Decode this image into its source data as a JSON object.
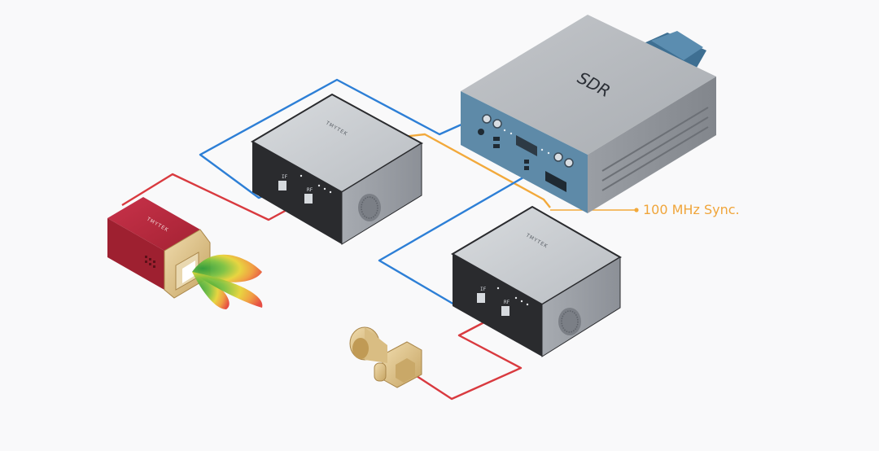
{
  "diagram": {
    "sdr_label": "SDR",
    "sync_label": "100 MHz Sync.",
    "upconverter_brand": "TMYTEK",
    "antenna_brand": "TMYTEK",
    "port_if": "IF",
    "port_rf": "RF",
    "colors": {
      "if_cable": "#2d7fd6",
      "rf_cable": "#d93a3f",
      "sync_cable": "#f2a93b",
      "sdr_body": "#5e8aa8",
      "udc_front": "#2a2b2e",
      "antenna_body": "#b3283a",
      "horn": "#d8b97e"
    }
  }
}
